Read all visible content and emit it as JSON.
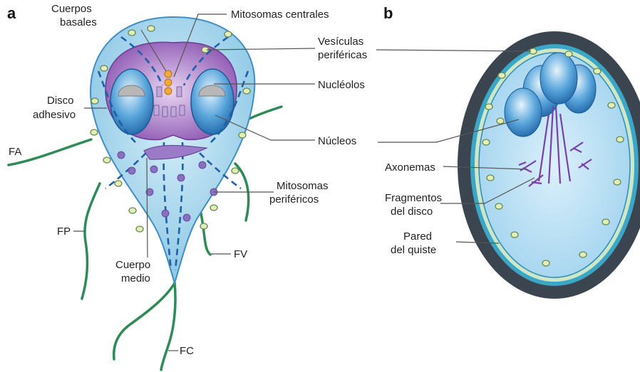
{
  "panels": {
    "a": "a",
    "b": "b"
  },
  "labels_a": {
    "cuerpos_basales_1": "Cuerpos",
    "cuerpos_basales_2": "basales",
    "mitosomas_centrales": "Mitosomas centrales",
    "vesiculas_1": "Vesículas",
    "vesiculas_2": "periféricas",
    "nucleolos": "Nucléolos",
    "disco_1": "Disco",
    "disco_2": "adhesivo",
    "nucleos": "Núcleos",
    "fa": "FA",
    "mitosomas_perif_1": "Mitosomas",
    "mitosomas_perif_2": "periféricos",
    "fp": "FP",
    "cuerpo_medio_1": "Cuerpo",
    "cuerpo_medio_2": "medio",
    "fv": "FV",
    "fc": "FC"
  },
  "labels_b": {
    "axonemas": "Axonemas",
    "fragmentos_1": "Fragmentos",
    "fragmentos_2": "del disco",
    "pared_1": "Pared",
    "pared_2": "del quiste"
  },
  "colors": {
    "cell_body": "#a9d8ee",
    "disc": "#8e5cb4",
    "nucleus": "#3d8ed0",
    "flagella": "#2e8b57",
    "cyst_wall": "#3b4550",
    "dashes": "#1e5fa8"
  }
}
